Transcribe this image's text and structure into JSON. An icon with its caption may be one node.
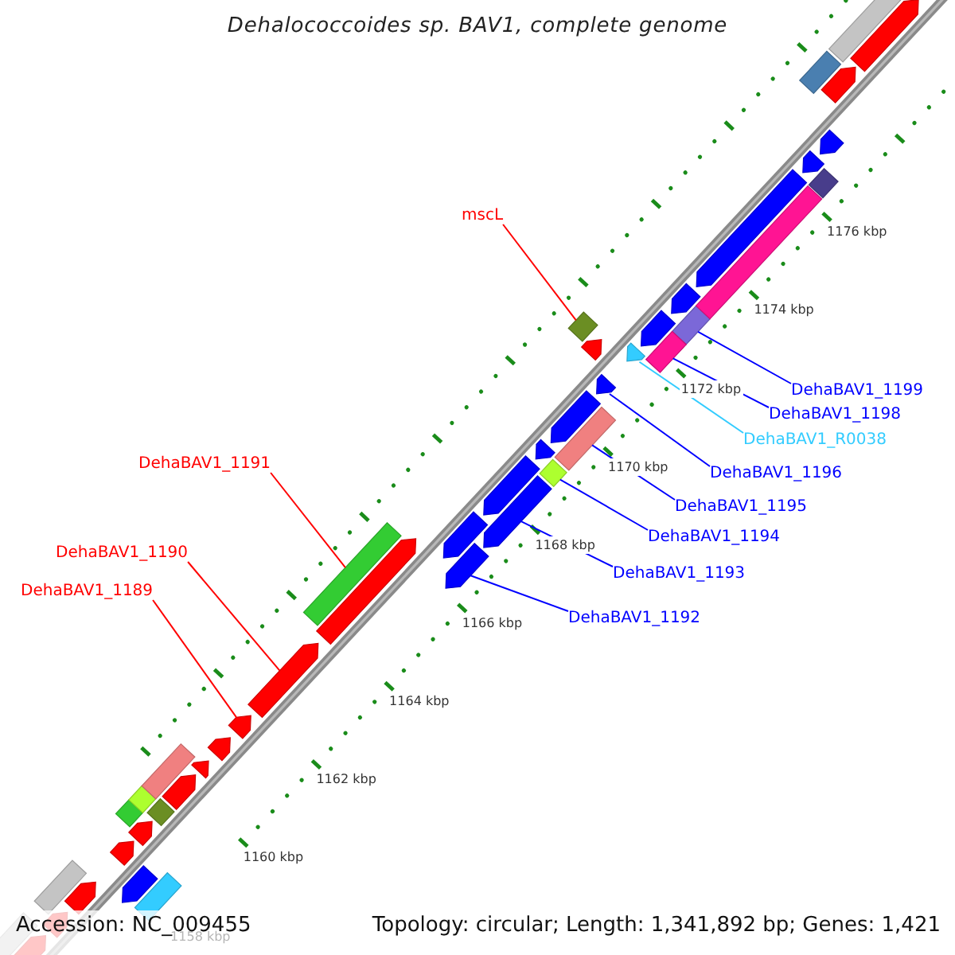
{
  "diagram": {
    "title": "Dehalococcoides sp. BAV1, complete genome",
    "nodes": [
      {
        "text": [
          "mscL"
        ]
      },
      {
        "text": [
          "DehaBAV1_1191"
        ]
      },
      {
        "text": [
          "DehaBAV1_1190"
        ]
      },
      {
        "text": [
          "DehaBAV1_1189"
        ]
      },
      {
        "text": [
          "DehaBAV1_1199"
        ]
      },
      {
        "text": [
          "DehaBAV1_1198"
        ]
      },
      {
        "text": [
          "DehaBAV1_R0038"
        ]
      },
      {
        "text": [
          "DehaBAV1_1196"
        ]
      },
      {
        "text": [
          "DehaBAV1_1195"
        ]
      },
      {
        "text": [
          "DehaBAV1_1194"
        ]
      },
      {
        "text": [
          "DehaBAV1_1193"
        ]
      },
      {
        "text": [
          "DehaBAV1_1192"
        ]
      },
      {
        "text": [],
        "shape": "bar"
      },
      {
        "text": [],
        "shape": "bar"
      },
      {
        "text": [],
        "shape": "arrow"
      },
      {
        "text": [],
        "shape": "arrow"
      },
      {
        "text": [],
        "shape": "bar"
      },
      {
        "text": [],
        "shape": "bar"
      },
      {
        "text": [],
        "shape": "arrow"
      },
      {
        "text": [],
        "shape": "arrow"
      },
      {
        "text": [],
        "shape": "bar"
      },
      {
        "text": [],
        "shape": "bar"
      },
      {
        "text": [],
        "shape": "arrow"
      },
      {
        "text": [],
        "shape": "arrow"
      },
      {
        "text": [],
        "shape": "bar"
      },
      {
        "text": [],
        "shape": "bar"
      },
      {
        "text": [],
        "shape": "bar"
      },
      {
        "text": [],
        "shape": "bar"
      },
      {
        "text": [],
        "shape": "bar"
      },
      {
        "text": [],
        "shape": "bar"
      },
      {
        "text": [],
        "shape": "bar"
      },
      {
        "text": [],
        "shape": "arrow"
      },
      {
        "text": [],
        "shape": "arrow"
      },
      {
        "text": [],
        "shape": "arrow"
      },
      {
        "text": [],
        "shape": "arrow"
      },
      {
        "text": [],
        "shape": "arrow"
      },
      {
        "text": [],
        "shape": "bar"
      },
      {
        "text": [],
        "shape": "arrow"
      },
      {
        "text": [],
        "shape": "arrow"
      },
      {
        "text": [],
        "shape": "arrow"
      },
      {
        "text": [],
        "shape": "arrow"
      },
      {
        "text": [],
        "shape": "arrow"
      },
      {
        "text": [],
        "shape": "arrow"
      },
      {
        "text": [],
        "shape": "arrow"
      },
      {
        "text": [],
        "shape": "arrow"
      },
      {
        "text": [],
        "shape": "arrow"
      },
      {
        "text": [],
        "shape": "arrow"
      },
      {
        "text": [],
        "shape": "arrow"
      },
      {
        "text": [],
        "shape": "arrow"
      },
      {
        "text": [],
        "shape": "arrow"
      },
      {
        "text": [],
        "shape": "arrow"
      },
      {
        "text": [],
        "shape": "arrow"
      },
      {
        "text": [],
        "shape": "arrow"
      },
      {
        "text": [],
        "shape": "arrow"
      },
      {
        "text": [],
        "shape": "bar"
      },
      {
        "text": [],
        "shape": "bar"
      },
      {
        "text": [],
        "shape": "bar"
      },
      {
        "text": [],
        "shape": "bar"
      }
    ],
    "edges": [
      {
        "from": 0,
        "to": 12,
        "arrow": "none",
        "color": "#ff0000"
      },
      {
        "from": 1,
        "to": 13,
        "arrow": "none",
        "color": "#ff0000"
      },
      {
        "from": 2,
        "to": 14,
        "arrow": "none",
        "color": "#ff0000"
      },
      {
        "from": 3,
        "to": 15,
        "arrow": "none",
        "color": "#ff0000"
      },
      {
        "from": 4,
        "to": 16,
        "arrow": "none"
      },
      {
        "from": 5,
        "to": 17,
        "arrow": "none"
      },
      {
        "from": 6,
        "to": 18,
        "arrow": "none",
        "color": "#33ccff"
      },
      {
        "from": 7,
        "to": 19,
        "arrow": "none"
      },
      {
        "from": 8,
        "to": 20,
        "arrow": "none"
      },
      {
        "from": 9,
        "to": 21,
        "arrow": "none"
      },
      {
        "from": 10,
        "to": 22,
        "arrow": "none"
      },
      {
        "from": 11,
        "to": 23,
        "arrow": "none"
      }
    ],
    "labels": [
      "1176 kbp",
      "1174 kbp",
      "1172 kbp",
      "1170 kbp",
      "1168 kbp",
      "1166 kbp",
      "1164 kbp",
      "1162 kbp",
      "1160 kbp",
      "1158 kbp",
      "Accession: NC_009455",
      "Topology: circular; Length: 1,341,892 bp; Genes: 1,421"
    ]
  }
}
